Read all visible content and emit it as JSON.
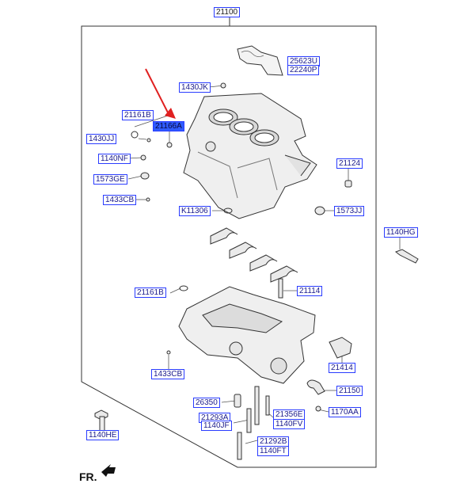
{
  "diagram": {
    "main_part": "21100",
    "labels": [
      {
        "id": "25623U",
        "text": "25623U"
      },
      {
        "id": "22240P",
        "text": "22240P"
      },
      {
        "id": "1430JK",
        "text": "1430JK"
      },
      {
        "id": "21161B_a",
        "text": "21161B"
      },
      {
        "id": "21166A",
        "text": "21166A"
      },
      {
        "id": "1430JJ",
        "text": "1430JJ"
      },
      {
        "id": "1140NF",
        "text": "1140NF"
      },
      {
        "id": "1573GE",
        "text": "1573GE"
      },
      {
        "id": "1433CB_a",
        "text": "1433CB"
      },
      {
        "id": "K11306",
        "text": "K11306"
      },
      {
        "id": "21124",
        "text": "21124"
      },
      {
        "id": "1573JJ",
        "text": "1573JJ"
      },
      {
        "id": "1140HG",
        "text": "1140HG"
      },
      {
        "id": "21161B_b",
        "text": "21161B"
      },
      {
        "id": "21114",
        "text": "21114"
      },
      {
        "id": "1433CB_b",
        "text": "1433CB"
      },
      {
        "id": "21414",
        "text": "21414"
      },
      {
        "id": "21150",
        "text": "21150"
      },
      {
        "id": "26350",
        "text": "26350"
      },
      {
        "id": "21356E",
        "text": "21356E"
      },
      {
        "id": "1170AA",
        "text": "1170AA"
      },
      {
        "id": "21293A",
        "text": "21293A"
      },
      {
        "id": "1140JF",
        "text": "1140JF"
      },
      {
        "id": "1140FV",
        "text": "1140FV"
      },
      {
        "id": "1140HE",
        "text": "1140HE"
      },
      {
        "id": "21292B",
        "text": "21292B"
      },
      {
        "id": "1140FT",
        "text": "1140FT"
      }
    ],
    "front_marker": "FR.",
    "colors": {
      "label_border": "#2a3cff",
      "highlight": "#2f5bff",
      "arrow": "#e02020"
    }
  }
}
